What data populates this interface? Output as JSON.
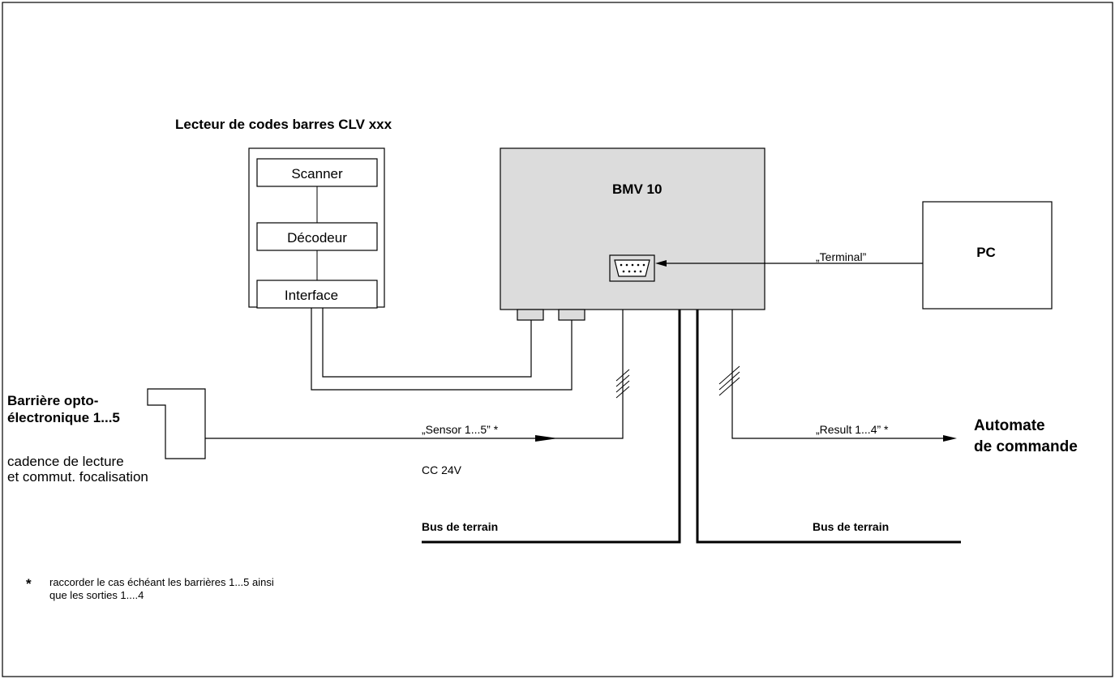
{
  "reader": {
    "title": "Lecteur de codes barres CLV xxx",
    "blocks": [
      "Scanner",
      "Décodeur",
      "Interface"
    ]
  },
  "bmv": {
    "label": "BMV 10"
  },
  "pc": {
    "label": "PC"
  },
  "connections": {
    "terminal": "„Terminal”",
    "sensor": "„Sensor 1...5” *",
    "result": "„Result 1...4” *",
    "power": "CC 24V",
    "bus_left": "Bus de terrain",
    "bus_right": "Bus de terrain"
  },
  "barrier": {
    "title_line1": "Barrière opto-",
    "title_line2": "électronique 1...5",
    "desc_line1": "cadence de lecture",
    "desc_line2": "et commut. focalisation"
  },
  "automate": {
    "line1": "Automate",
    "line2": "de commande"
  },
  "footnote": {
    "star": "*",
    "line1": "raccorder le cas échéant les barrières 1...5 ainsi",
    "line2": "que les sorties 1....4"
  }
}
